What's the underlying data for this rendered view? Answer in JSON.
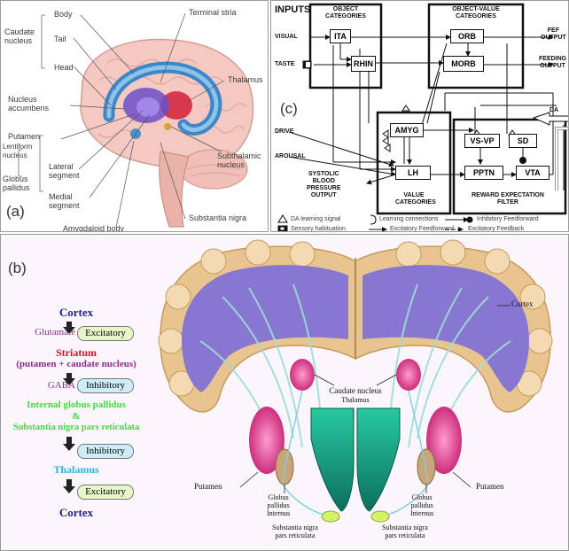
{
  "panel_a": {
    "tag": "(a)",
    "labels": {
      "body": "Body",
      "caudate": "Caudate\nnucleus",
      "tail": "Tail",
      "head": "Head",
      "nucleus_accumbens": "Nucleus\naccumbens",
      "putamen": "Putamen",
      "lentiform": "Lentiform\nnucleus",
      "globus_pallidus": "Globus\npallidus",
      "lateral": "Lateral\nsegment",
      "medial": "Medial\nsegment",
      "amygdaloid": "Amygdaloid body",
      "terminal_stria": "Terminal stria",
      "thalamus": "Thalamus",
      "subthalamic": "Subthalamic\nnucleus",
      "substantia_nigra": "Substantia nigra"
    }
  },
  "panel_b": {
    "tag": "(b)",
    "flow": {
      "cortex_top": "Cortex",
      "glutamate": "Glutamate",
      "excitatory_1": "Excitatory",
      "striatum": "Striatum",
      "striatum_sub": "(putamen + caudate nucleus)",
      "gaba": "GABA",
      "inhibitory_1": "Inhibitory",
      "igp": "Internal globus pallidus",
      "amp": "&",
      "snpr": "Substantia nigra pars reticulata",
      "inhibitory_2": "Inhibitory",
      "thalamus": "Thalamus",
      "excitatory_2": "Excitatory",
      "cortex_bottom": "Cortex"
    },
    "section_labels": {
      "cortex": "Cortex",
      "caudate": "Caudate nucleus",
      "thalamus": "Thalamus",
      "putamen_left": "Putamen",
      "putamen_right": "Putamen",
      "gpi_left": "Globus\npallidus\nInternus",
      "gpi_right": "Globus\npallidus\nInternus",
      "sn_left": "Substantia nigra\npars reticulata",
      "sn_right": "Substantia nigra\npars reticulata"
    },
    "colors": {
      "cortex_gray": "#e8c48f",
      "white_matter": "#7d6fd8",
      "caudate": "#d6287f",
      "thalamus": "#1fb08c",
      "putamen": "#e03a8a",
      "gpi": "#c8a67a",
      "flow_purple": "#8e2b8e",
      "flow_red": "#c0182a",
      "flow_blue": "#22208a",
      "flow_green": "#3fdc3f",
      "flow_cyan": "#29b4d8"
    }
  },
  "panel_c": {
    "tag": "(c)",
    "inputs": "INPUTS",
    "object_categories": "OBJECT\nCATEGORIES",
    "object_value_categories": "OBJECT-VALUE\nCATEGORIES",
    "visual": "VISUAL",
    "taste": "TASTE",
    "drive": "DRIVE",
    "arousal": "AROUSAL",
    "systolic": "SYSTOLIC\nBLOOD\nPRESSURE\nOUTPUT",
    "value_categories": "VALUE\nCATEGORIES",
    "reward_filter": "REWARD EXPECTATION\nFILTER",
    "fef_output": "FEF\nOUTPUT",
    "feeding_output": "FEEDING\nOUTPUT",
    "da": "DA",
    "boxes": {
      "ita": "ITA",
      "rhin": "RHIN",
      "orb": "ORB",
      "morb": "MORB",
      "amyg": "AMYG",
      "lh": "LH",
      "vsvp": "VS-VP",
      "sd": "SD",
      "pptn": "PPTN",
      "vta": "VTA"
    },
    "legend": {
      "da_learning": "DA learning signal",
      "learning_connections": "Learning connections",
      "inhibitory_ff": "Inhibitory  Feedforward",
      "sensory_habituation": "Sensory habituation",
      "excitatory_ff": "Excitatory Feedforward",
      "excitatory_fb": "Excitatory Feedback"
    }
  }
}
